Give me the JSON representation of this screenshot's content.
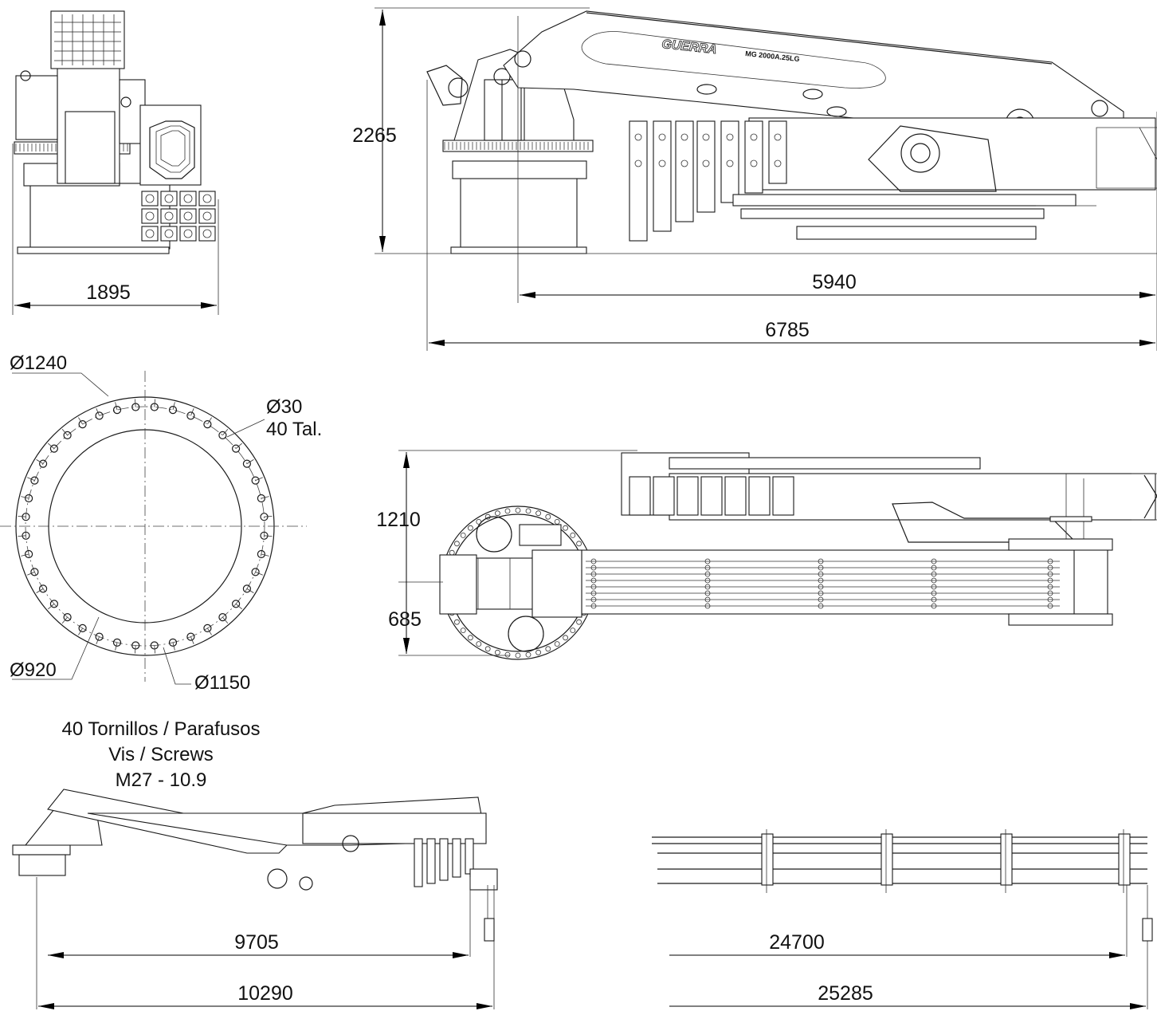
{
  "dimensions": {
    "front_width": "1895",
    "side_height": "2265",
    "side_length_a": "5940",
    "side_length_b": "6785",
    "top_width": "1210",
    "top_offset": "685",
    "reach_a": "9705",
    "reach_b": "10290",
    "reach_c": "24700",
    "reach_d": "25285"
  },
  "bolt_circle": {
    "outer_diameter": "Ø1240",
    "hole_diameter": "Ø30",
    "hole_count": "40 Tal.",
    "inner_diameter": "Ø920",
    "pitch_diameter": "Ø1150",
    "hole_total": 40
  },
  "bolt_note": {
    "line1": "40 Tornillos / Parafusos",
    "line2": "Vis / Screws",
    "line3": "M27 - 10.9"
  },
  "brand": {
    "name": "GUERRA",
    "model": "MG 2000A.25LG"
  },
  "colors": {
    "line": "#1a1a1a",
    "background": "#ffffff"
  }
}
